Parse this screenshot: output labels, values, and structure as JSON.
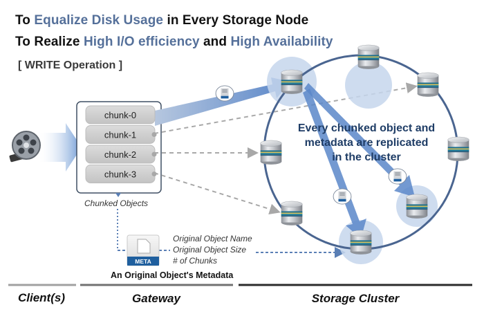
{
  "header": {
    "line1": {
      "prefix": "To ",
      "highlight1": "Equalize Disk Usage",
      "middle": " in Every Storage Node"
    },
    "line2": {
      "prefix": "To Realize ",
      "highlight1": "High I/O efficiency",
      "middle": " and ",
      "highlight2": "High Availability"
    },
    "operation": "[ WRITE Operation ]",
    "highlight_color": "#55709a"
  },
  "client": {
    "icon": "film-reel-icon"
  },
  "gateway": {
    "chunks": [
      "chunk-0",
      "chunk-1",
      "chunk-2",
      "chunk-3"
    ],
    "caption": "Chunked Objects",
    "metadata": {
      "badge": "META",
      "fields": [
        "Original Object Name",
        "Original Object Size",
        "# of Chunks"
      ],
      "caption": "An Original Object's Metadata"
    }
  },
  "cluster": {
    "description": [
      "Every chunked object and",
      "metadata are replicated",
      "in the cluster"
    ],
    "node_count": 8,
    "ring_color": "#4a6590",
    "arrow_color": "#5b87c9"
  },
  "footer": {
    "sections": [
      "Client(s)",
      "Gateway",
      "Storage Cluster"
    ]
  }
}
